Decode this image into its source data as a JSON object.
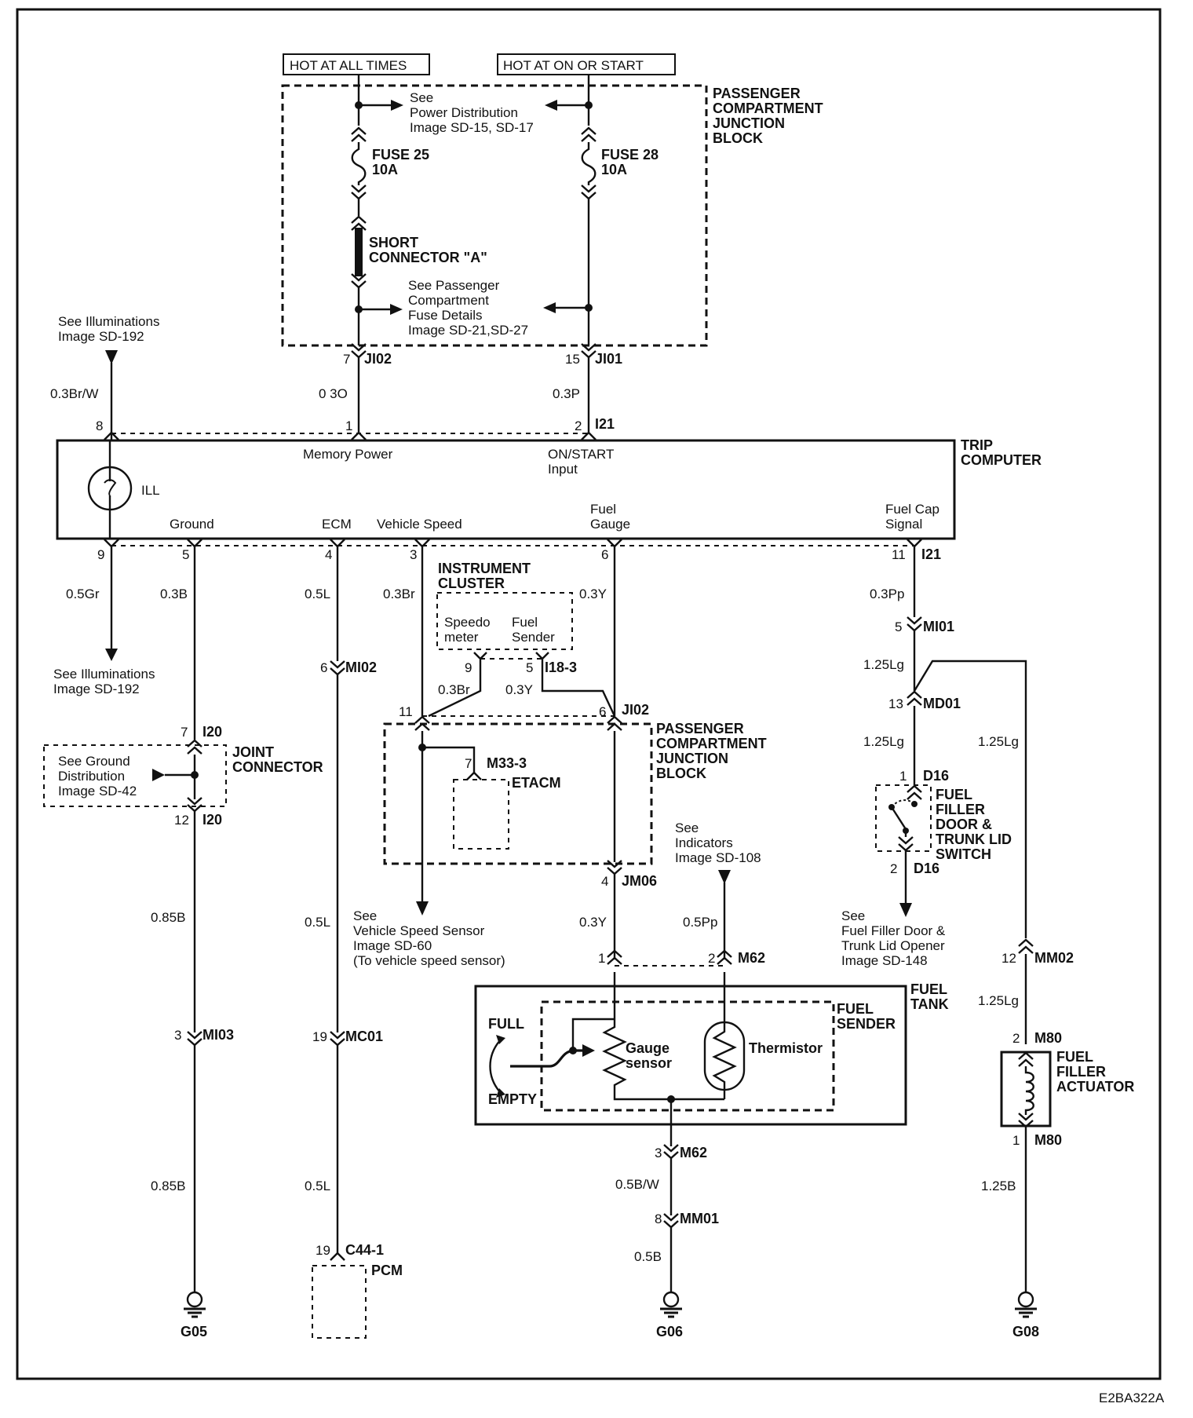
{
  "title_boxes": {
    "hot_all": "HOT AT ALL TIMES",
    "hot_on": "HOT AT ON OR START"
  },
  "pcjb_top": [
    "PASSENGER",
    "COMPARTMENT",
    "JUNCTION",
    "BLOCK"
  ],
  "see_power": [
    "See",
    "Power Distribution",
    "Image SD-15, SD-17"
  ],
  "fuse25": [
    "FUSE 25",
    "10A"
  ],
  "fuse28": [
    "FUSE 28",
    "10A"
  ],
  "short_conn": [
    "SHORT",
    "CONNECTOR \"A\""
  ],
  "see_pc_fuse": [
    "See Passenger",
    "Compartment",
    "Fuse Details",
    "Image SD-21,SD-27"
  ],
  "see_illum_top": [
    "See Illuminations",
    "Image SD-192"
  ],
  "see_illum_bottom": [
    "See Illuminations",
    "Image SD-192"
  ],
  "pins_top": {
    "p7": "7",
    "ji02": "JI02",
    "p15": "15",
    "ji01": "JI01",
    "p8": "8",
    "p1": "1",
    "p2": "2",
    "i21": "I21"
  },
  "wires_top": {
    "w1": "0.3Br/W",
    "w2": "0 3O",
    "w3": "0.3P"
  },
  "trip": {
    "name": [
      "TRIP",
      "COMPUTER"
    ],
    "memory": "Memory Power",
    "onstart": [
      "ON/START",
      "Input"
    ],
    "ill": "ILL",
    "ground": "Ground",
    "ecm": "ECM",
    "vspeed": "Vehicle Speed",
    "fuel_gauge": [
      "Fuel",
      "Gauge"
    ],
    "fuel_cap": [
      "Fuel Cap",
      "Signal"
    ]
  },
  "pins_trip_bottom": {
    "p9": "9",
    "p5": "5",
    "p4": "4",
    "p3": "3",
    "p6": "6",
    "p11": "11",
    "i21": "I21"
  },
  "wires_mid": {
    "w9": "0.5Gr",
    "w5": "0.3B",
    "w4": "0.5L",
    "w3": "0.3Br",
    "w6": "0.3Y",
    "w11": "0.3Pp",
    "w3b": "0.3Br",
    "w6b": "0.3Y"
  },
  "instrument": {
    "name": [
      "INSTRUMENT",
      "CLUSTER"
    ],
    "speedo": [
      "Speedo",
      "meter"
    ],
    "fuel_sender": [
      "Fuel",
      "Sender"
    ],
    "p9": "9",
    "p5": "5",
    "conn": "I18-3"
  },
  "pcjb_mid": {
    "name": [
      "PASSENGER",
      "COMPARTMENT",
      "JUNCTION",
      "BLOCK"
    ],
    "p11": "11",
    "p6": "6",
    "conn": "JI02",
    "p7": "7",
    "m333": "M33-3",
    "etacm": "ETACM",
    "p4": "4",
    "jm06": "JM06"
  },
  "joint": {
    "name": [
      "JOINT",
      "CONNECTOR"
    ],
    "see": [
      "See Ground",
      "Distribution",
      "Image SD-42"
    ],
    "p7": "7",
    "i20a": "I20",
    "p12": "12",
    "i20b": "I20"
  },
  "left_col": {
    "p6": "6",
    "mi02": "MI02",
    "w085a": "0.85B",
    "w05a": "0.5L",
    "p3": "3",
    "mi03": "MI03",
    "p19": "19",
    "mc01": "MC01",
    "w085b": "0.85B",
    "w05b": "0.5L",
    "p19b": "19",
    "c441": "C44-1",
    "pcm": "PCM"
  },
  "see_vss": [
    "See",
    "Vehicle Speed Sensor",
    "Image SD-60",
    "(To vehicle speed sensor)"
  ],
  "see_ind": [
    "See",
    "Indicators",
    "Image   SD-108"
  ],
  "fuel_tank": {
    "name": [
      "FUEL",
      "TANK"
    ],
    "sender": [
      "FUEL",
      "SENDER"
    ],
    "full": "FULL",
    "empty": "EMPTY",
    "gauge": [
      "Gauge",
      "sensor"
    ],
    "therm": "Thermistor",
    "w03y": "0.3Y",
    "w05pp": "0.5Pp",
    "p1": "1",
    "p2": "2",
    "m62": "M62"
  },
  "bottom_mid": {
    "p3": "3",
    "m62": "M62",
    "w1": "0.5B/W",
    "p8": "8",
    "mm01": "MM01",
    "w2": "0.5B"
  },
  "right_col": {
    "p5": "5",
    "mi01": "MI01",
    "w125a": "1.25Lg",
    "p13": "13",
    "md01": "MD01",
    "w125b": "1.25Lg",
    "w125c": "1.25Lg",
    "p1": "1",
    "d16a": "D16",
    "switch": [
      "FUEL",
      "FILLER",
      "DOOR &",
      "TRUNK LID",
      "SWITCH"
    ],
    "p2": "2",
    "d16b": "D16",
    "see_door": [
      "See",
      "Fuel Filler Door &",
      "Trunk Lid Opener",
      "Image SD-148"
    ],
    "p12": "12",
    "mm02": "MM02",
    "w125d": "1.25Lg",
    "p2b": "2",
    "m80a": "M80",
    "actuator": [
      "FUEL",
      "FILLER",
      "ACTUATOR"
    ],
    "p1b": "1",
    "m80b": "M80",
    "w125e": "1.25B"
  },
  "grounds": {
    "g05": "G05",
    "g06": "G06",
    "g08": "G08"
  },
  "code": "E2BA322A"
}
